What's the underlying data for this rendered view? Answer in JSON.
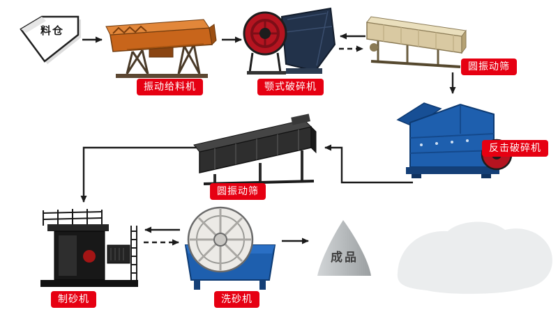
{
  "flowchart": {
    "label_style": {
      "bg": "#e60012",
      "text_color": "#ffffff"
    },
    "arrow_color": "#1a1a1a",
    "nodes": [
      {
        "id": "hopper",
        "label": "料仓",
        "color": "#ffffff"
      },
      {
        "id": "vibrating-feeder",
        "label": "振动给料机",
        "color": "#c8651b"
      },
      {
        "id": "jaw-crusher",
        "label": "颚式破碎机",
        "color": "#22324a"
      },
      {
        "id": "circular-vibrating-screen-1",
        "label": "圆振动筛",
        "color": "#d9c9a2"
      },
      {
        "id": "impact-crusher",
        "label": "反击破碎机",
        "color": "#1e5fae"
      },
      {
        "id": "circular-vibrating-screen-2",
        "label": "圆振动筛",
        "color": "#2e2e2e"
      },
      {
        "id": "sand-making-machine",
        "label": "制砂机",
        "color": "#181818"
      },
      {
        "id": "sand-washing-machine",
        "label": "洗砂机",
        "color": "#1e5fae"
      },
      {
        "id": "finished-product",
        "label": "成品",
        "color": "#b6babc"
      }
    ],
    "edges": [
      {
        "from": "hopper",
        "to": "vibrating-feeder",
        "style": "solid"
      },
      {
        "from": "vibrating-feeder",
        "to": "jaw-crusher",
        "style": "solid"
      },
      {
        "from": "circular-vibrating-screen-1",
        "to": "jaw-crusher",
        "style": "solid"
      },
      {
        "from": "jaw-crusher",
        "to": "circular-vibrating-screen-1",
        "style": "dashed"
      },
      {
        "from": "circular-vibrating-screen-1",
        "to": "impact-crusher",
        "style": "solid"
      },
      {
        "from": "impact-crusher",
        "to": "circular-vibrating-screen-2",
        "style": "solid"
      },
      {
        "from": "circular-vibrating-screen-2",
        "to": "sand-making-machine",
        "style": "solid"
      },
      {
        "from": "sand-washing-machine",
        "to": "sand-making-machine",
        "style": "solid"
      },
      {
        "from": "sand-making-machine",
        "to": "sand-washing-machine",
        "style": "dashed"
      },
      {
        "from": "sand-washing-machine",
        "to": "finished-product",
        "style": "solid"
      }
    ]
  }
}
